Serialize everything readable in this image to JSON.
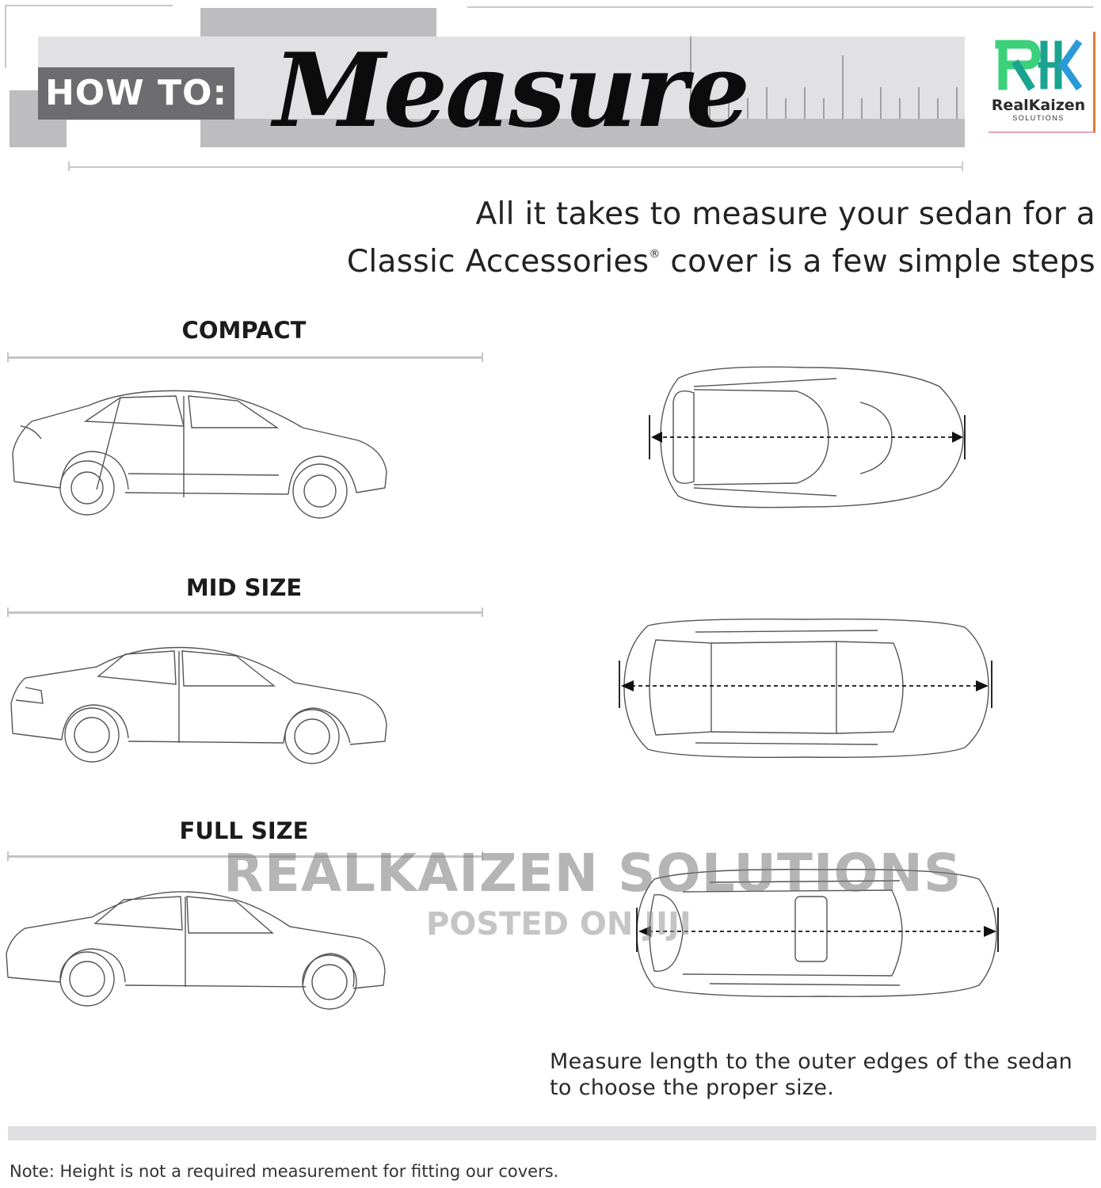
{
  "header": {
    "howto_label": "HOW TO:",
    "title": "Measure"
  },
  "logo": {
    "mark": "RHK",
    "name": "RealKaizen",
    "sub": "SOLUTIONS"
  },
  "intro": {
    "line1": "All it takes to measure your sedan for a",
    "line2_a": "Classic Accessories",
    "line2_reg": "®",
    "line2_b": " cover is a few simple steps"
  },
  "sections": [
    {
      "label": "COMPACT"
    },
    {
      "label": "MID SIZE"
    },
    {
      "label": "FULL SIZE"
    }
  ],
  "watermark": {
    "line1": "REALKAIZEN SOLUTIONS",
    "line2": "POSTED ON JIJI"
  },
  "caption": "Measure length to the outer edges of the sedan to choose the proper size.",
  "note": "Note: Height is not a required measurement for fitting our covers.",
  "colors": {
    "logo_green": "#3ad17a",
    "logo_teal": "#1aa38f",
    "logo_accent": "#e57a37"
  }
}
